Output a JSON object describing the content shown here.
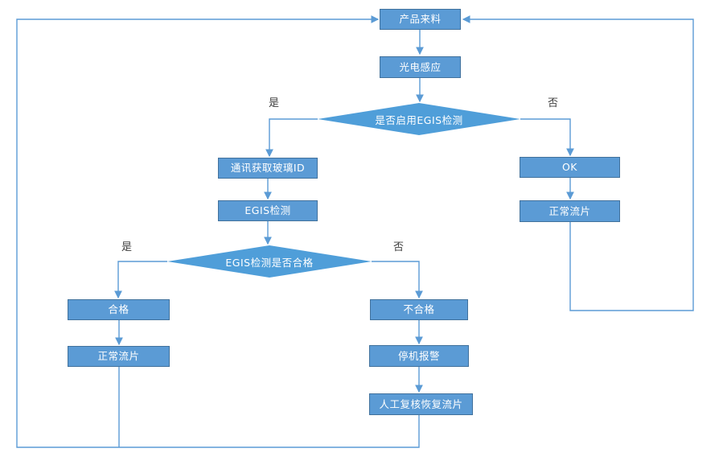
{
  "diagram": {
    "nodes": {
      "incoming": {
        "label": "产品来料"
      },
      "photo_sensor": {
        "label": "光电感应"
      },
      "egis_enabled_decision": {
        "label": "是否启用EGIS检测"
      },
      "get_glass_id": {
        "label": "通讯获取玻璃ID"
      },
      "egis_test": {
        "label": "EGIS检测"
      },
      "egis_pass_decision": {
        "label": "EGIS检测是否合格"
      },
      "qualified": {
        "label": "合格"
      },
      "normal_flow_left": {
        "label": "正常流片"
      },
      "unqualified": {
        "label": "不合格"
      },
      "stop_alarm": {
        "label": "停机报警"
      },
      "manual_review": {
        "label": "人工复核恢复流片"
      },
      "ok": {
        "label": "OK"
      },
      "normal_flow_right": {
        "label": "正常流片"
      }
    },
    "edge_labels": {
      "egis_enabled_yes": "是",
      "egis_enabled_no": "否",
      "egis_pass_yes": "是",
      "egis_pass_no": "否"
    },
    "colors": {
      "process_fill": "#5b9bd5",
      "process_border": "#41719c",
      "decision_fill": "#4f9ed9",
      "connector": "#5b9bd5",
      "node_text": "#ffffff",
      "edge_label_text": "#404040"
    }
  }
}
